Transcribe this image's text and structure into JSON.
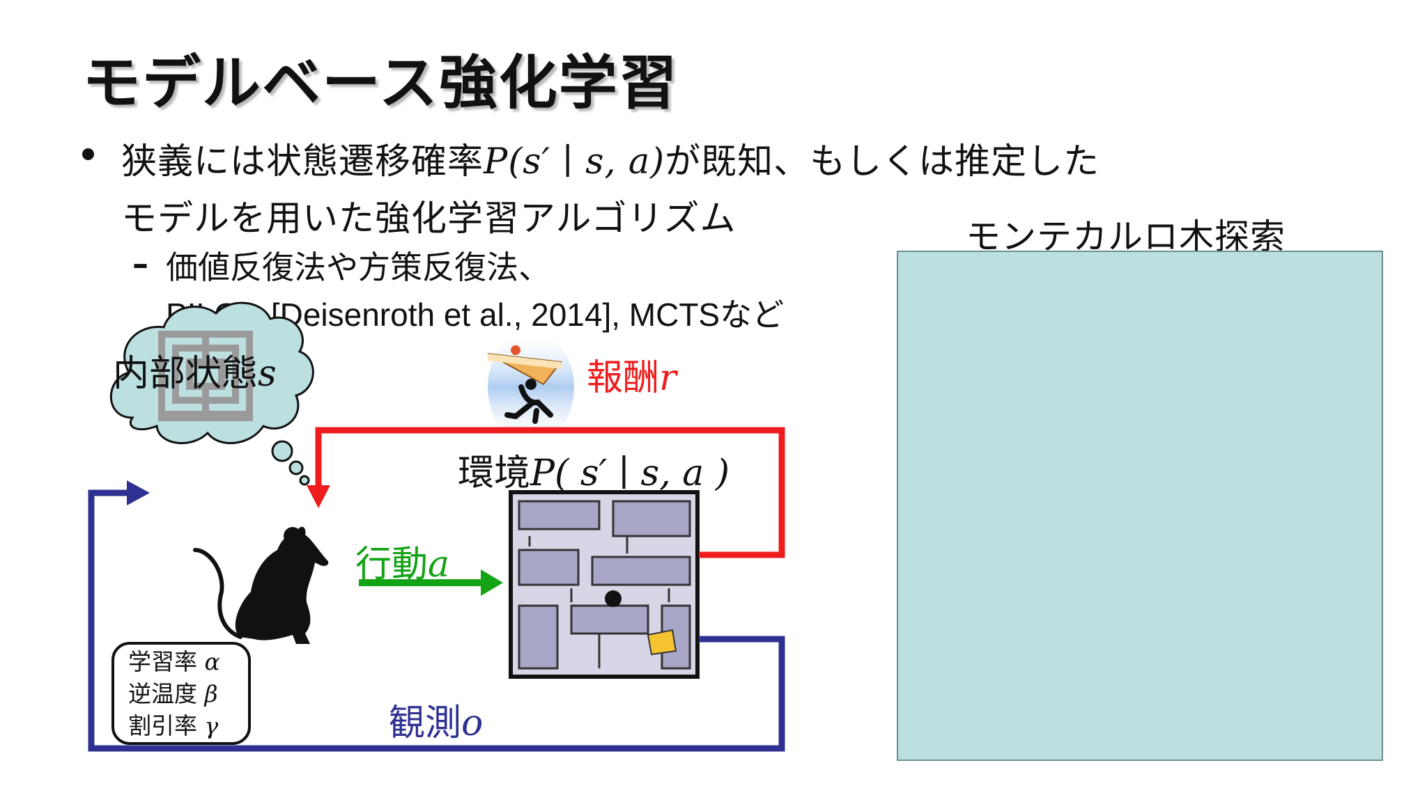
{
  "slide": {
    "title": "モデルベース強化学習",
    "bullet": {
      "line1_text": "狭義には状態遷移確率",
      "line1_math": "P(s′ ∣ s, a)",
      "line1_rest": "が既知、もしくは推定した",
      "line2": "モデルを用いた強化学習アルゴリズム"
    },
    "sub_bullet": {
      "dash": "–",
      "line1": "価値反復法や方策反復法、",
      "line2_en": "PILCO [Deisenroth et al., 2014], MCTS",
      "line2_jp": "など"
    }
  },
  "diagram": {
    "internal_state_label": "内部状態",
    "internal_state_symbol": "s",
    "reward_label": "報酬",
    "reward_symbol": "r",
    "environment_label": "環境",
    "environment_math": "P( s′ ∣ s, a )",
    "action_label": "行動",
    "action_symbol": "a",
    "observation_label": "観測",
    "observation_symbol": "o",
    "params": [
      {
        "label": "学習率",
        "symbol": "α"
      },
      {
        "label": "逆温度",
        "symbol": "β"
      },
      {
        "label": "割引率",
        "symbol": "γ"
      }
    ],
    "colors": {
      "reward": "#ee1c1c",
      "action": "#14a314",
      "observation": "#2e3192",
      "loop_blue": "#2e3192"
    }
  },
  "mcts": {
    "title": "モンテカルロ木探索",
    "panel_color": "#bcdfe0"
  }
}
